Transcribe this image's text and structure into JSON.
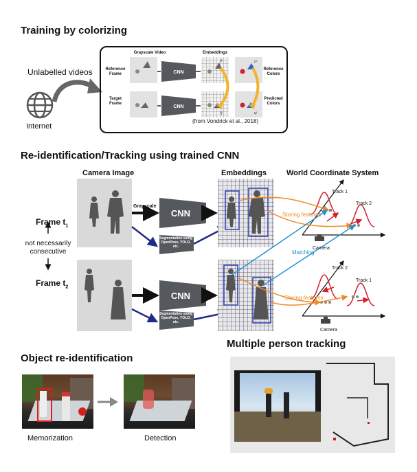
{
  "sections": {
    "training_title": "Training by colorizing",
    "reid_title": "Re-identification/Tracking using trained CNN",
    "object_title": "Object re-identification",
    "multi_title": "Multiple person tracking"
  },
  "training": {
    "source_label": "Unlabelled videos",
    "internet_label": "Internet",
    "grayscale_video": "Grayscale Video",
    "embeddings": "Embeddings",
    "reference_frame": "Reference Frame",
    "target_frame": "Target Frame",
    "cnn": "CNN",
    "reference_colors": "Reference Colors",
    "predicted_colors": "Predicted Colors",
    "ci_label": "ci",
    "fi_label": "fi",
    "fj_label": "fj",
    "cj_label": "cj",
    "citation": "(from Vondrick et al., 2018)"
  },
  "reid": {
    "camera_image": "Camera Image",
    "embeddings": "Embeddings",
    "world": "World Coordinate System",
    "frame_t1": "Frame t",
    "t1_sub": "1",
    "frame_t2": "Frame t",
    "t2_sub": "2",
    "between": "not necessarily consecutive",
    "grayscale": "Grayscale",
    "cnn": "CNN",
    "segmentation": "Segmentation using OpenPose, YOLO, etc.",
    "storing_features": "Storing features",
    "matching": "Matching",
    "camera": "Camera",
    "track1": "Track 1",
    "track2": "Track 2"
  },
  "object": {
    "memorization": "Memorization",
    "detection": "Detection"
  },
  "colors": {
    "orange": "#f08a24",
    "blue": "#2a8fd0",
    "red": "#d0202a",
    "navy": "#1f2a8a",
    "cnn_gray": "#55595e"
  }
}
